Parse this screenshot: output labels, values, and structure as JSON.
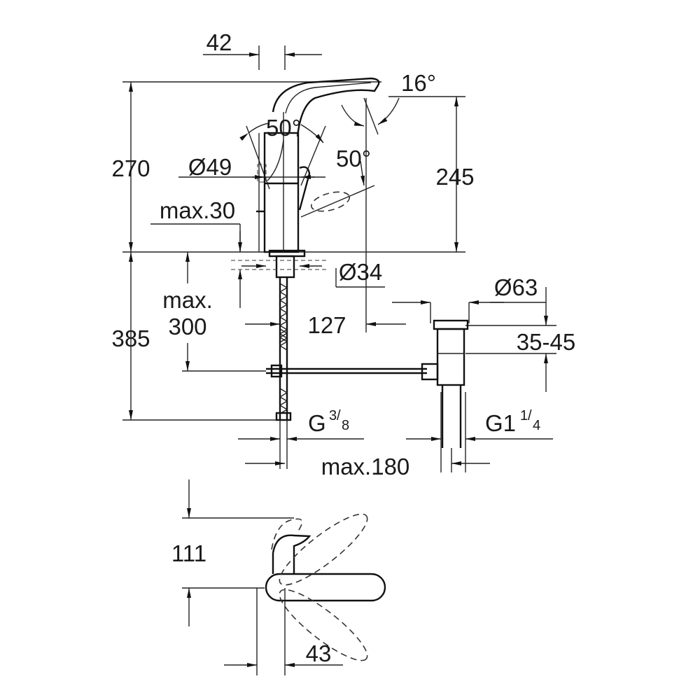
{
  "drawing": {
    "title": "Basin mixer dimensional drawing",
    "dimensions": {
      "spout_offset": "42",
      "spout_angle": "16°",
      "lever_angle_left": "50°",
      "lever_angle_right": "50°",
      "total_height": "270",
      "body_diameter": "Ø49",
      "spout_height": "245",
      "max_deck_thickness": "max.30",
      "mount_diameter": "Ø34",
      "drain_diameter": "Ø63",
      "hose_max_label": "max.",
      "hose_max_value": "300",
      "drain_offset": "127",
      "hose_length": "385",
      "drain_range": "35-45",
      "supply_thread_main": "G",
      "supply_thread_num": "3",
      "supply_thread_den": "8",
      "drain_thread_main": "G1",
      "drain_thread_num": "1",
      "drain_thread_den": "4",
      "max_rod": "max.180",
      "lever_height": "111",
      "lever_offset": "43"
    }
  }
}
